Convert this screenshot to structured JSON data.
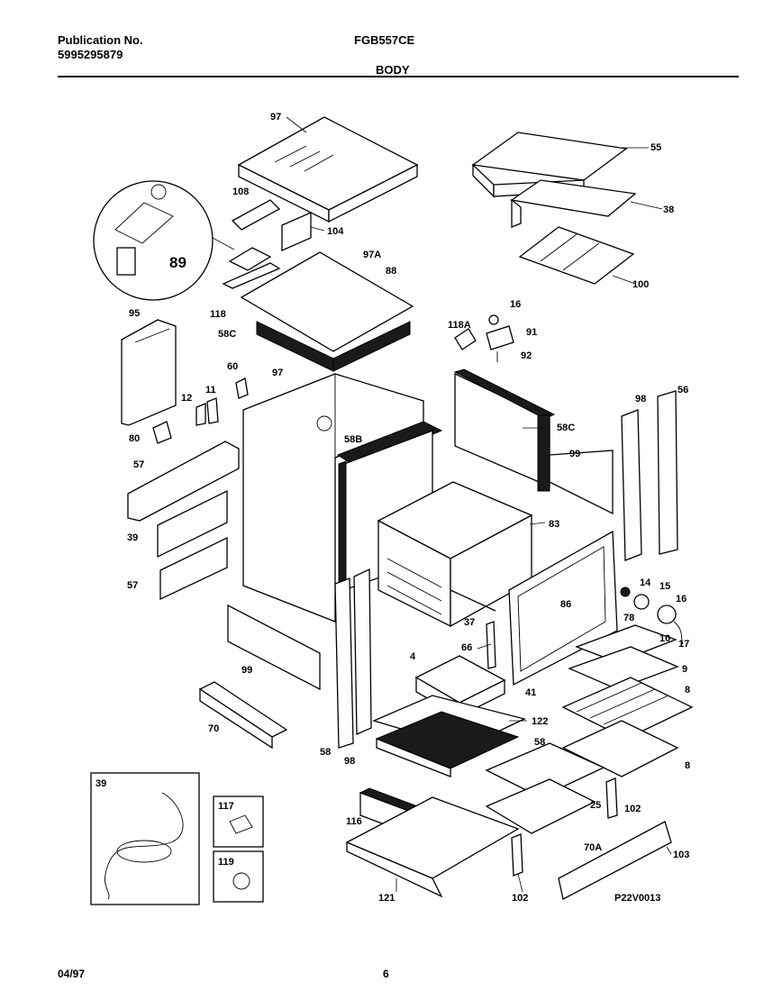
{
  "header": {
    "publication_label": "Publication No.",
    "publication_number": "5995295879",
    "model": "FGB557CE",
    "section": "BODY"
  },
  "footer": {
    "date": "04/97",
    "page": "6"
  },
  "diagram": {
    "drawing_code": "P22V0013",
    "callouts": [
      "97",
      "55",
      "108",
      "104",
      "38",
      "97A",
      "88",
      "89",
      "100",
      "118",
      "16",
      "118A",
      "91",
      "92",
      "95",
      "58C",
      "60",
      "97",
      "11",
      "12",
      "98",
      "56",
      "58B",
      "58C",
      "80",
      "99",
      "57",
      "83",
      "39",
      "14",
      "15",
      "16",
      "57",
      "86",
      "78",
      "37",
      "17",
      "99",
      "4",
      "66",
      "10",
      "41",
      "9",
      "8",
      "70",
      "122",
      "58",
      "58",
      "98",
      "8",
      "39",
      "117",
      "102",
      "25",
      "116",
      "70A",
      "103",
      "119",
      "121",
      "102"
    ]
  }
}
